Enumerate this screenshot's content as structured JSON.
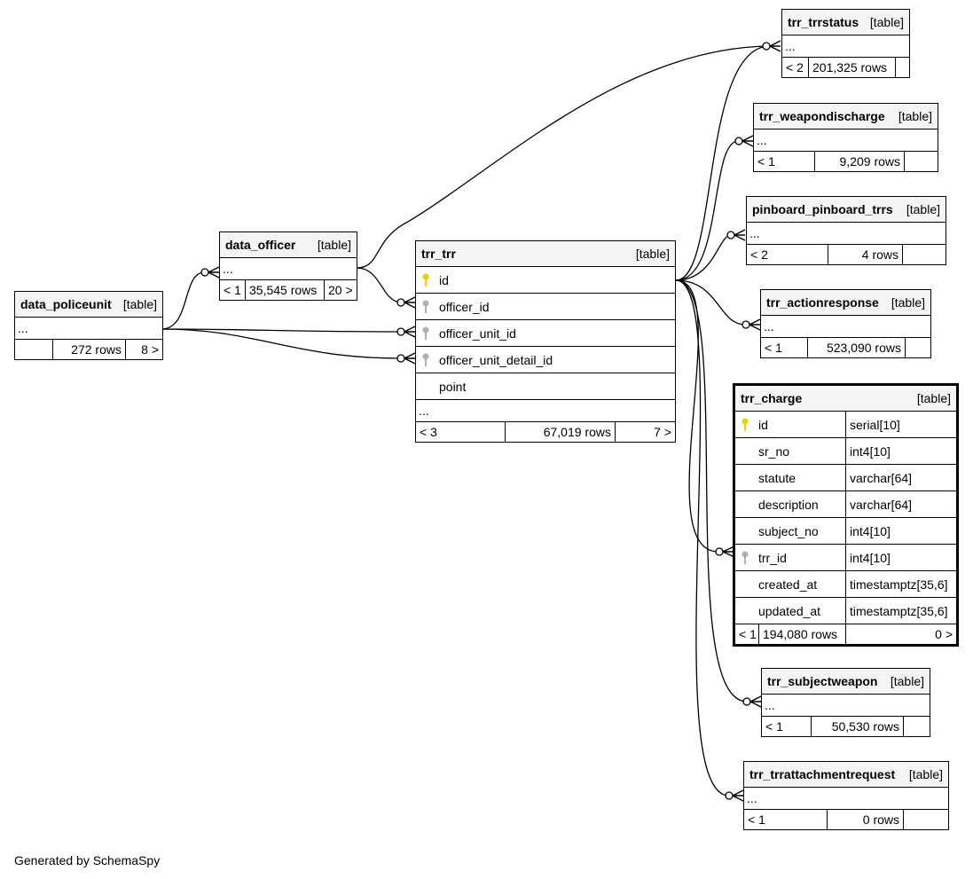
{
  "tables": {
    "trr_trrstatus": {
      "name": "trr_trrstatus",
      "kind": "[table]",
      "ell": "...",
      "f1": "< 2",
      "f2": "201,325 rows",
      "f3": ""
    },
    "trr_weapondischarge": {
      "name": "trr_weapondischarge",
      "kind": "[table]",
      "ell": "...",
      "f1": "< 1",
      "f2": "9,209 rows",
      "f3": ""
    },
    "pinboard_pinboard_trrs": {
      "name": "pinboard_pinboard_trrs",
      "kind": "[table]",
      "ell": "...",
      "f1": "< 2",
      "f2": "4 rows",
      "f3": ""
    },
    "trr_actionresponse": {
      "name": "trr_actionresponse",
      "kind": "[table]",
      "ell": "...",
      "f1": "< 1",
      "f2": "523,090 rows",
      "f3": ""
    },
    "data_officer": {
      "name": "data_officer",
      "kind": "[table]",
      "ell": "...",
      "f1": "< 1",
      "f2": "35,545 rows",
      "f3": "20 >"
    },
    "data_policeunit": {
      "name": "data_policeunit",
      "kind": "[table]",
      "ell": "...",
      "f1": "",
      "f2": "272 rows",
      "f3": "8 >"
    },
    "trr_trr": {
      "name": "trr_trr",
      "kind": "[table]",
      "columns": [
        "id",
        "officer_id",
        "officer_unit_id",
        "officer_unit_detail_id",
        "point"
      ],
      "ell": "...",
      "f1": "< 3",
      "f2": "67,019 rows",
      "f3": "7 >"
    },
    "trr_charge": {
      "name": "trr_charge",
      "kind": "[table]",
      "columns": [
        {
          "name": "id",
          "type": "serial[10]"
        },
        {
          "name": "sr_no",
          "type": "int4[10]"
        },
        {
          "name": "statute",
          "type": "varchar[64]"
        },
        {
          "name": "description",
          "type": "varchar[64]"
        },
        {
          "name": "subject_no",
          "type": "int4[10]"
        },
        {
          "name": "trr_id",
          "type": "int4[10]"
        },
        {
          "name": "created_at",
          "type": "timestamptz[35,6]"
        },
        {
          "name": "updated_at",
          "type": "timestamptz[35,6]"
        }
      ],
      "f1": "< 1",
      "f2": "194,080 rows",
      "f3": "0 >"
    },
    "trr_subjectweapon": {
      "name": "trr_subjectweapon",
      "kind": "[table]",
      "ell": "...",
      "f1": "< 1",
      "f2": "50,530 rows",
      "f3": ""
    },
    "trr_trrattachmentrequest": {
      "name": "trr_trrattachmentrequest",
      "kind": "[table]",
      "ell": "...",
      "f1": "< 1",
      "f2": "0 rows",
      "f3": ""
    }
  },
  "icons": {
    "primary_key": "key-icon-gold",
    "foreign_key": "key-icon-gray"
  },
  "colors": {
    "pk_key": "#e8d200",
    "fk_key": "#b0b0b0",
    "header_bg": "#f4f4f4"
  },
  "footer": {
    "credit": "Generated by SchemaSpy"
  }
}
